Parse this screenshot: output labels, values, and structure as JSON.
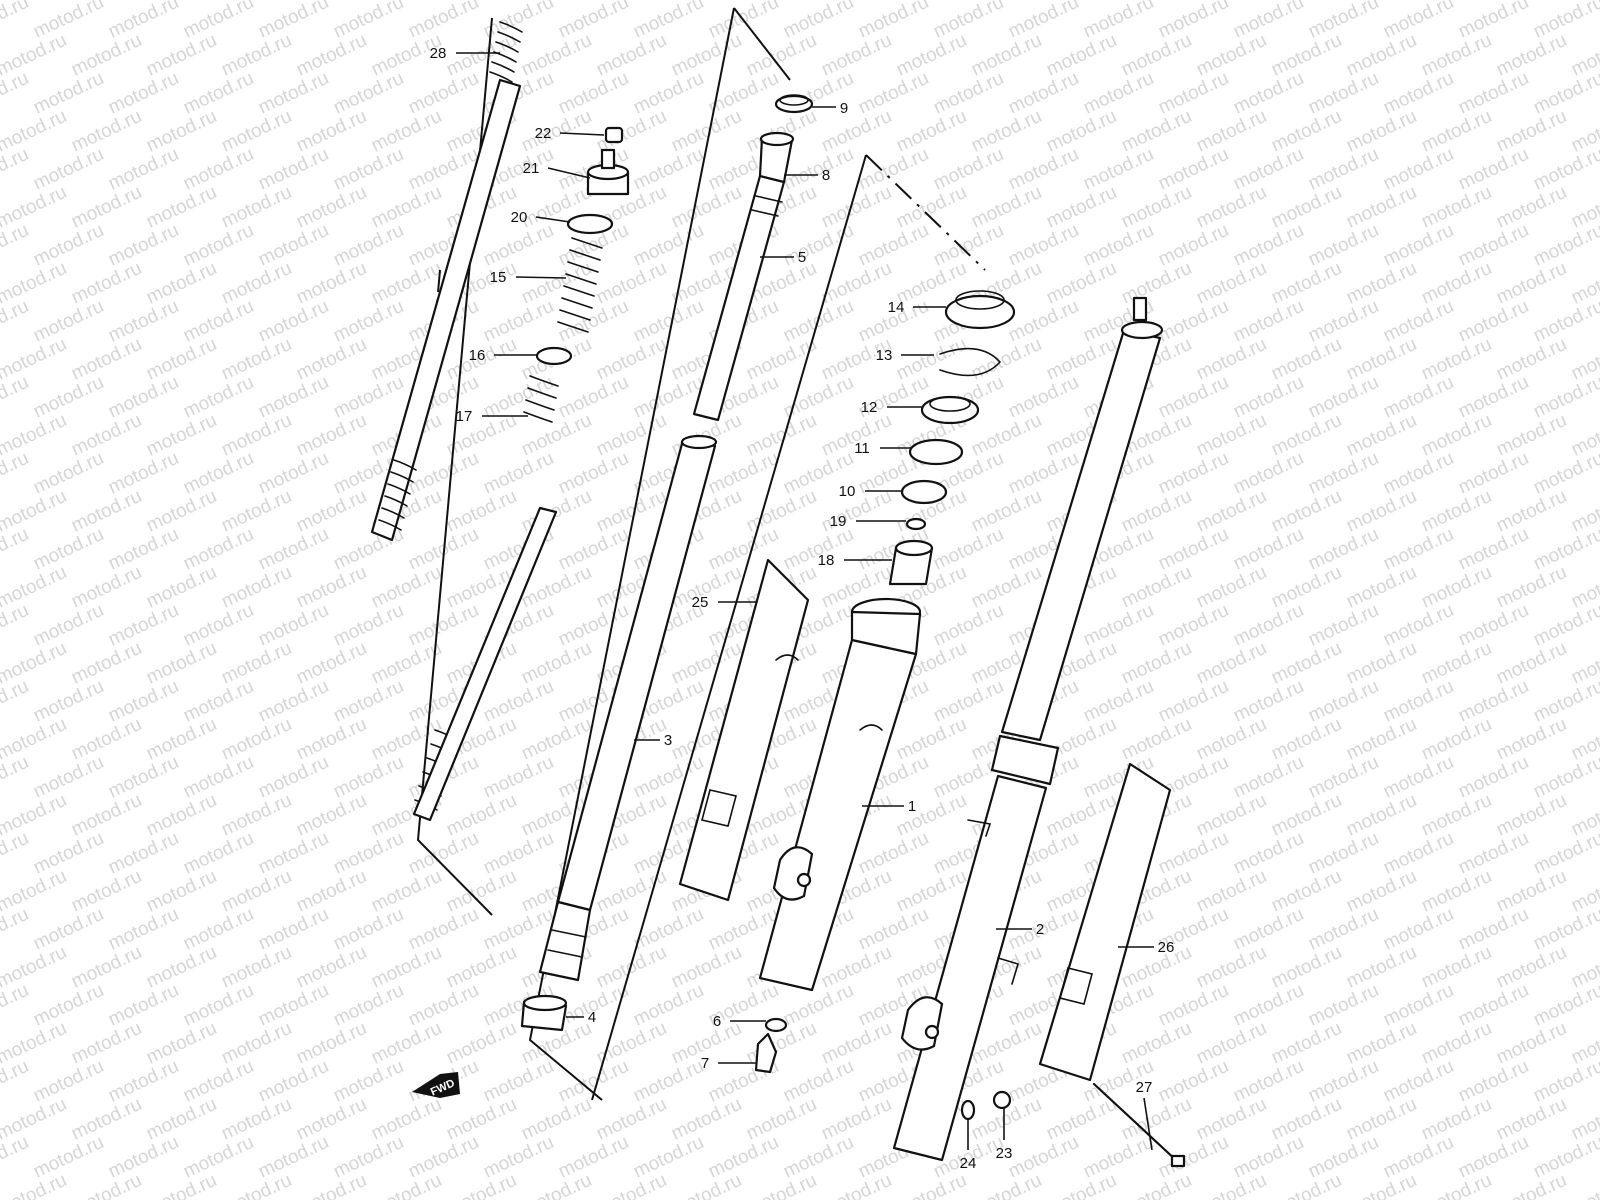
{
  "watermark": "motod.ru",
  "direction_badge": "FWD",
  "callouts": [
    "1",
    "2",
    "3",
    "4",
    "5",
    "6",
    "7",
    "8",
    "9",
    "10",
    "11",
    "12",
    "13",
    "14",
    "15",
    "16",
    "17",
    "18",
    "19",
    "20",
    "21",
    "22",
    "23",
    "24",
    "25",
    "26",
    "27",
    "28"
  ]
}
